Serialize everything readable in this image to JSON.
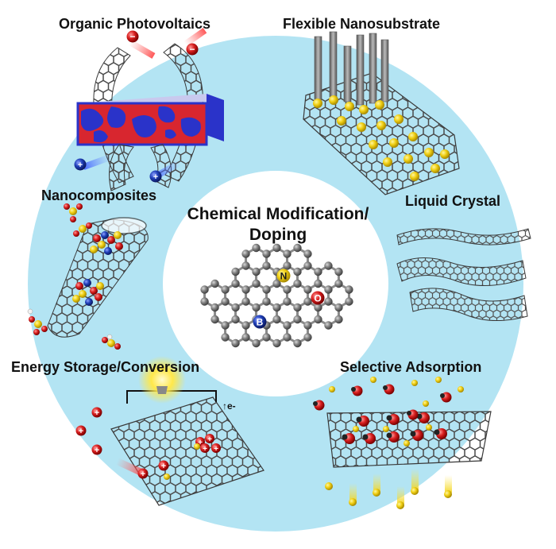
{
  "title_lines": [
    "Chemical Modification/",
    "Doping"
  ],
  "labels": {
    "organic_photovoltaics": "Organic Photovoltaics",
    "flexible_nanosubstrate": "Flexible Nanosubstrate",
    "nanocomposites": "Nanocomposites",
    "liquid_crystal": "Liquid Crystal",
    "energy_storage": "Energy Storage/Conversion",
    "selective_adsorption": "Selective Adsorption"
  },
  "dopant_letters": {
    "nitrogen": "N",
    "boron": "B",
    "oxygen": "O"
  },
  "charge_symbols": {
    "negative": "−",
    "positive": "+",
    "electron_label": "↑e-"
  },
  "colors": {
    "ring": "#b3e4f3",
    "carbon": "#6f6f6f",
    "bond": "#8a8a8a",
    "nitrogen": "#e8c41a",
    "boron": "#1f3fb8",
    "oxygen": "#d91f1f",
    "gold_particle": "#f2d31a",
    "polymer_red": "#d8262f",
    "polymer_blue": "#2a33c9"
  }
}
